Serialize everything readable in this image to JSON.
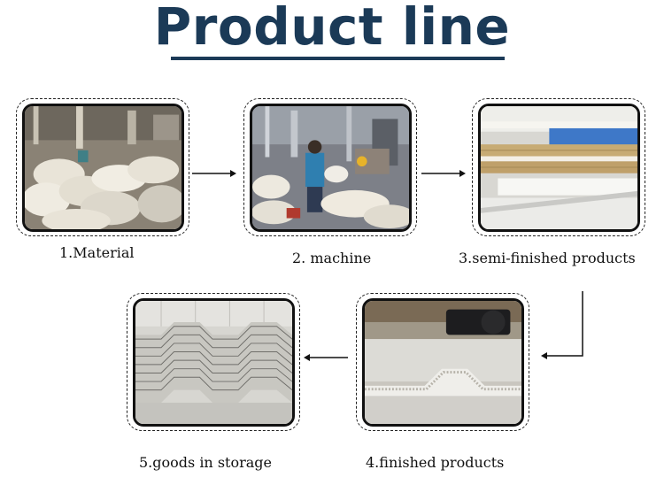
{
  "title": "Product line",
  "steps": [
    {
      "label": "1.Material",
      "image": "raw-material-bags-photo"
    },
    {
      "label": "2. machine",
      "image": "extrusion-machine-photo"
    },
    {
      "label": "3.semi-finished products",
      "image": "semi-finished-sheets-photo"
    },
    {
      "label": "4.finished products",
      "image": "finished-corrugated-sheet-photo"
    },
    {
      "label": "5.goods in storage",
      "image": "stored-sheets-photo"
    }
  ],
  "colors": {
    "title": "#1b3a57",
    "frame": "#222222",
    "arrow": "#111111"
  }
}
